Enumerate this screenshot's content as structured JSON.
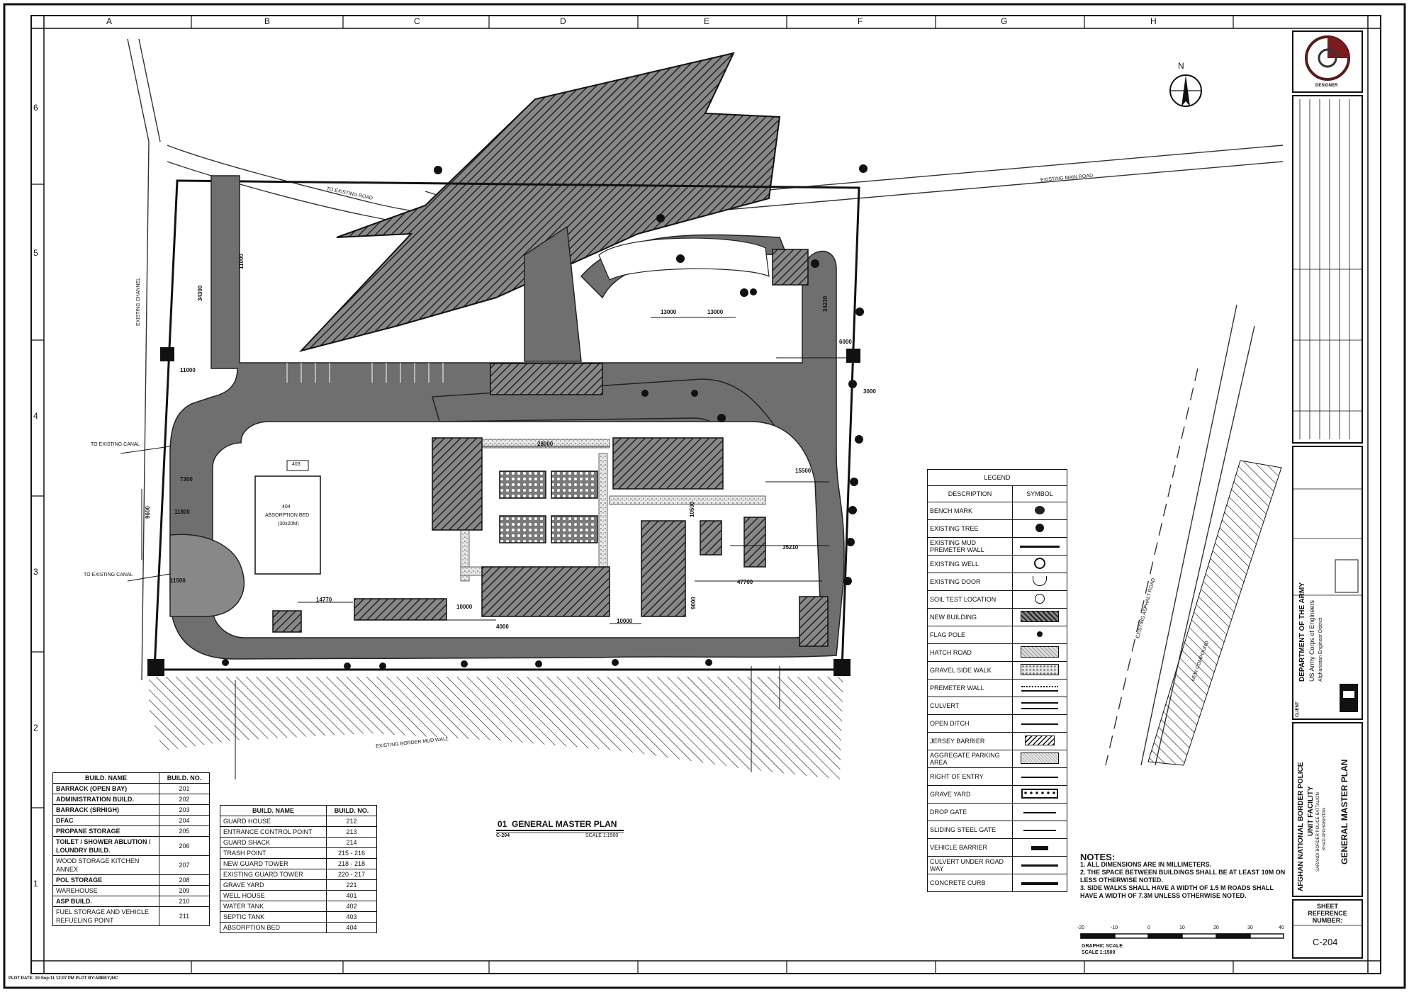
{
  "grid": {
    "columns": [
      "A",
      "B",
      "C",
      "D",
      "E",
      "F",
      "G",
      "H"
    ],
    "rows": [
      "6",
      "5",
      "4",
      "3",
      "2",
      "1"
    ]
  },
  "plan": {
    "title_number": "01",
    "title": "GENERAL MASTER PLAN",
    "sheet_ref": "C-204",
    "scale": "SCALE 1:1500",
    "north": "N",
    "labels": {
      "existing_main_road": "EXISTING MAIN ROAD",
      "to_existing_road": "TO EXISTING ROAD",
      "existing_channel": "EXISTING CHANNEL",
      "to_existing_canal_1": "TO EXISTING CANAL",
      "to_existing_canal_2": "TO EXISTING CANAL",
      "existing_mud_wall": "EXISTING BORDER MUD WALL",
      "asphalt_road": "EXISTING ASPHALT ROAD",
      "compound": "NEW COMPOUND",
      "absorption_bed_no": "404",
      "absorption_bed_title": "ABSORPTION BED",
      "absorption_bed_size": "(30x20M)",
      "absorption_bed_tag": "403"
    },
    "dims": [
      "13000",
      "13000",
      "14770",
      "10000",
      "10000",
      "4000",
      "28000",
      "15500",
      "47700",
      "35210",
      "9600",
      "7300",
      "11800",
      "11000",
      "11500",
      "34300",
      "34230",
      "6000",
      "3000",
      "10500",
      "11000",
      "9000"
    ]
  },
  "buildings_table_1": {
    "headers": [
      "BUILD. NAME",
      "BUILD. NO."
    ],
    "rows": [
      {
        "name": "BARRACK (OPEN BAY)",
        "no": "201",
        "bold": true
      },
      {
        "name": "ADMINISTRATION BUILD.",
        "no": "202",
        "bold": true
      },
      {
        "name": "BARRACK (SRHIGH)",
        "no": "203",
        "bold": true
      },
      {
        "name": "DFAC",
        "no": "204",
        "bold": true
      },
      {
        "name": "PROPANE STORAGE",
        "no": "205",
        "bold": true
      },
      {
        "name": "TOILET / SHOWER ABLUTION / LOUNDRY BUILD.",
        "no": "206",
        "bold": true
      },
      {
        "name": "WOOD STORAGE KITCHEN ANNEX",
        "no": "207",
        "bold": false
      },
      {
        "name": "POL STORAGE",
        "no": "208",
        "bold": true
      },
      {
        "name": "WAREHOUSE",
        "no": "209",
        "bold": false
      },
      {
        "name": "ASP BUILD.",
        "no": "210",
        "bold": true
      },
      {
        "name": "FUEL STORAGE AND VEHICLE REFUELING POINT",
        "no": "211",
        "bold": false
      }
    ]
  },
  "buildings_table_2": {
    "headers": [
      "BUILD. NAME",
      "BUILD. NO."
    ],
    "rows": [
      {
        "name": "GUARD HOUSE",
        "no": "212"
      },
      {
        "name": "ENTRANCE CONTROL POINT",
        "no": "213"
      },
      {
        "name": "GUARD SHACK",
        "no": "214"
      },
      {
        "name": "TRASH POINT",
        "no": "215 - 216"
      },
      {
        "name": "NEW GUARD TOWER",
        "no": "218 - 218"
      },
      {
        "name": "EXISTING GUARD TOWER",
        "no": "220 - 217"
      },
      {
        "name": "GRAVE YARD",
        "no": "221"
      },
      {
        "name": "WELL HOUSE",
        "no": "401"
      },
      {
        "name": "WATER TANK",
        "no": "402"
      },
      {
        "name": "SEPTIC TANK",
        "no": "403"
      },
      {
        "name": "ABSORPTION BED",
        "no": "404"
      }
    ]
  },
  "legend": {
    "title": "LEGEND",
    "headers": [
      "DESCRIPTION",
      "SYMBOL"
    ],
    "items": [
      {
        "label": "BENCH MARK",
        "symbol": "bench-mark-icon"
      },
      {
        "label": "EXISTING TREE",
        "symbol": "tree-icon"
      },
      {
        "label": "EXISTING MUD PREMETER WALL",
        "symbol": "mud-wall-icon"
      },
      {
        "label": "EXISTING WELL",
        "symbol": "well-icon"
      },
      {
        "label": "EXISTING DOOR",
        "symbol": "door-icon"
      },
      {
        "label": "SOIL TEST LOCATION",
        "symbol": "soil-test-icon"
      },
      {
        "label": "NEW BUILDING",
        "symbol": "new-building-icon"
      },
      {
        "label": "FLAG POLE",
        "symbol": "flag-pole-icon"
      },
      {
        "label": "HATCH ROAD",
        "symbol": "hatch-road-icon"
      },
      {
        "label": "GRAVEL SIDE WALK",
        "symbol": "gravel-walk-icon"
      },
      {
        "label": "PREMETER WALL",
        "symbol": "perimeter-wall-icon"
      },
      {
        "label": "CULVERT",
        "symbol": "culvert-icon"
      },
      {
        "label": "OPEN DITCH",
        "symbol": "open-ditch-icon"
      },
      {
        "label": "JERSEY BARRIER",
        "symbol": "jersey-barrier-icon"
      },
      {
        "label": "AGGREGATE PARKING AREA",
        "symbol": "parking-area-icon"
      },
      {
        "label": "RIGHT OF ENTRY",
        "symbol": "right-of-entry-icon"
      },
      {
        "label": "GRAVE YARD",
        "symbol": "grave-yard-icon"
      },
      {
        "label": "DROP GATE",
        "symbol": "drop-gate-icon"
      },
      {
        "label": "SLIDING STEEL GATE",
        "symbol": "sliding-gate-icon"
      },
      {
        "label": "VEHICLE BARRIER",
        "symbol": "vehicle-barrier-icon"
      },
      {
        "label": "CULVERT UNDER ROAD WAY",
        "symbol": "culvert-road-icon"
      },
      {
        "label": "CONCRETE CURB",
        "symbol": "concrete-curb-icon"
      }
    ]
  },
  "notes": {
    "heading": "NOTES:",
    "items": [
      "1. ALL DIMENSIONS ARE IN MILLIMETERS.",
      "2. THE SPACE BETWEEN BUILDINGS SHALL BE AT LEAST 10M ON LESS OTHERWISE NOTED.",
      "3. SIDE WALKS SHALL HAVE A WIDTH OF 1.5 M ROADS SHALL HAVE A WIDTH OF 7.3M UNLESS OTHERWISE NOTED."
    ]
  },
  "graphic_scale": {
    "ticks": [
      "-20",
      "-10",
      "0",
      "10",
      "20",
      "30",
      "40"
    ],
    "label": "GRAPHIC SCALE",
    "sub": "SCALE 1:1500"
  },
  "title_block": {
    "designer": "DESIGNER",
    "agency_1": "DEPARTMENT OF THE ARMY",
    "agency_2": "US Army Corps of Engineers",
    "agency_3": "Afghanistan Engineer District",
    "project_1": "AFGHAN NATIONAL BORDER POLICE",
    "project_2": "UNIT FACILITY",
    "project_3": "SARANDI BORDER POLICE BATTALION",
    "project_4": "KHAD AFGHANISTAN",
    "drawing_title": "GENERAL MASTER PLAN",
    "sheet_ref_label": "SHEET REFERENCE NUMBER:",
    "sheet_ref": "C-204",
    "client": "CLIENT"
  },
  "plot_date": "PLOT DATE: 10-Sep-11 12:07 PM  PLOT BY:ABBEY,INC"
}
